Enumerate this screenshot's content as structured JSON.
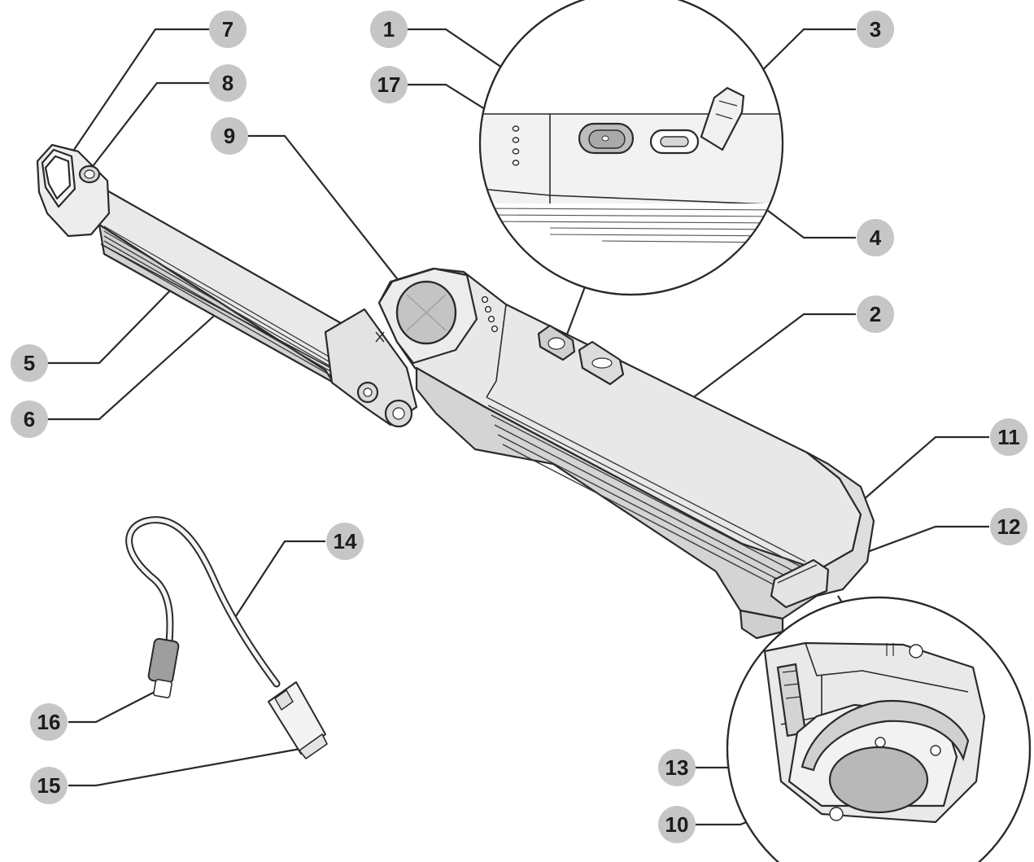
{
  "diagram": {
    "callouts": [
      {
        "id": "c1",
        "label": "1"
      },
      {
        "id": "c2",
        "label": "2"
      },
      {
        "id": "c3",
        "label": "3"
      },
      {
        "id": "c4",
        "label": "4"
      },
      {
        "id": "c5",
        "label": "5"
      },
      {
        "id": "c6",
        "label": "6"
      },
      {
        "id": "c7",
        "label": "7"
      },
      {
        "id": "c8",
        "label": "8"
      },
      {
        "id": "c9",
        "label": "9"
      },
      {
        "id": "c10",
        "label": "10"
      },
      {
        "id": "c11",
        "label": "11"
      },
      {
        "id": "c12",
        "label": "12"
      },
      {
        "id": "c13",
        "label": "13"
      },
      {
        "id": "c14",
        "label": "14"
      },
      {
        "id": "c15",
        "label": "15"
      },
      {
        "id": "c16",
        "label": "16"
      },
      {
        "id": "c17",
        "label": "17"
      }
    ],
    "colors": {
      "badge_fill": "#c6c6c6",
      "body_fill": "#e7e7e7",
      "body_shade": "#cfcfcf",
      "lens_fill": "#b9b9b9",
      "stroke": "#2a2a2a"
    }
  }
}
